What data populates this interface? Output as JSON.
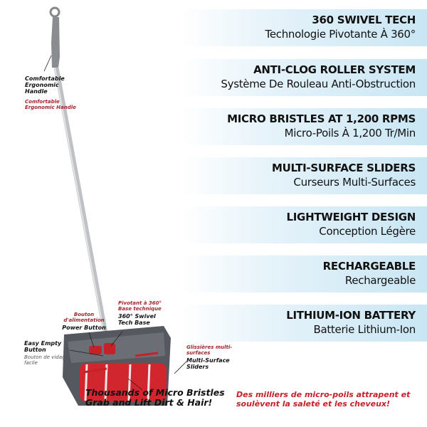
{
  "features": [
    {
      "en": "360 SWIVEL TECH",
      "fr": "Technologie Pivotante À 360°"
    },
    {
      "en": "ANTI-CLOG ROLLER SYSTEM",
      "fr": "Système De Rouleau Anti-Obstruction"
    },
    {
      "en": "MICRO BRISTLES AT 1,200 RPMS",
      "fr": "Micro-Poils À 1,200 Tr/Min"
    },
    {
      "en": "MULTI-SURFACE SLIDERS",
      "fr": "Curseurs Multi-Surfaces"
    },
    {
      "en": "LIGHTWEIGHT DESIGN",
      "fr": "Conception Légère"
    },
    {
      "en": "RECHARGEABLE",
      "fr": "Rechargeable"
    },
    {
      "en": "LITHIUM-ION BATTERY",
      "fr": "Batterie Lithium-Ion"
    }
  ],
  "callouts": {
    "handle_en": "Comfortable Ergonomic Handle",
    "handle_fr": "Comfortable Ergonomic Handle",
    "power_fr": "Bouton d'alimentation",
    "power_en": "Power Button",
    "swivel_fr": "Pivotant à 360° Base technique",
    "swivel_en": "360° Swivel Tech Base",
    "empty_en": "Easy Empty Button",
    "empty_fr": "Bouton de vidage facile",
    "sliders_fr": "Glissières multi-surfaces",
    "sliders_en": "Multi-Surface Sliders",
    "bristles_en": "Thousands of Micro Bristles Grab and Lift Dirt & Hair!",
    "bristles_fr": "Des milliers de micro-poils attrapent et soulèvent la saleté et les cheveux!"
  },
  "colors": {
    "accent_red": "#c42129",
    "panel_blue": "#c9e6f4",
    "body_gray": "#5a5d63"
  }
}
